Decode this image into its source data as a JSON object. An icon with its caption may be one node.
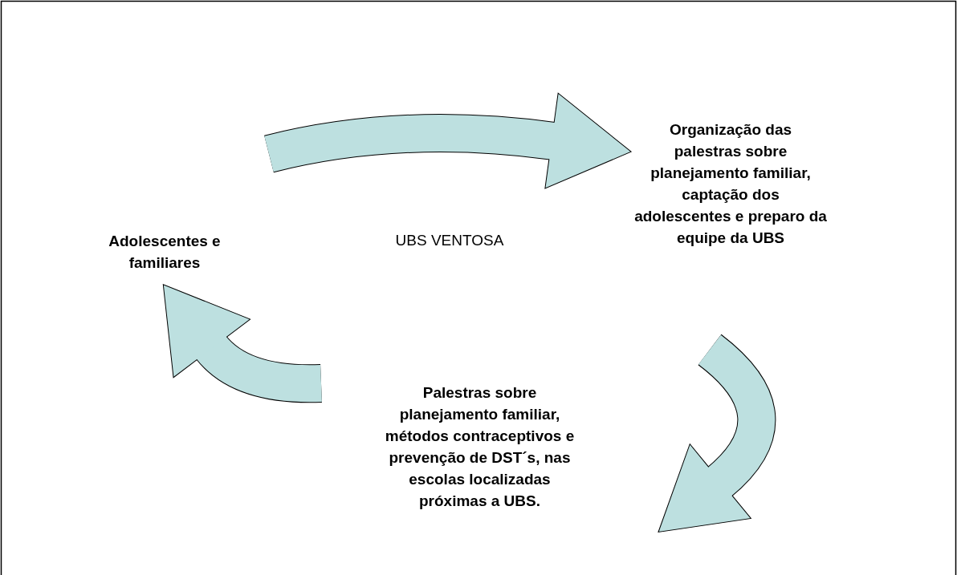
{
  "diagram": {
    "nodes": [
      {
        "text": [
          "Adolescentes e familiares"
        ]
      },
      {
        "text": [
          "Organização das palestras sobre planejamento familiar, captação dos adolescentes e preparo da equipe da UBS"
        ]
      },
      {
        "text": [
          "Palestras sobre planejamento familiar, métodos contraceptivos e prevenção de DST´s, nas escolas localizadas próximas a UBS."
        ]
      }
    ],
    "edges": [
      {
        "from": null,
        "to": 1,
        "arrow": "to"
      },
      {
        "from": null,
        "to": 2,
        "arrow": "to"
      },
      {
        "from": null,
        "to": 0,
        "arrow": "to"
      }
    ],
    "labels": [
      "UBS VENTOSA"
    ]
  }
}
